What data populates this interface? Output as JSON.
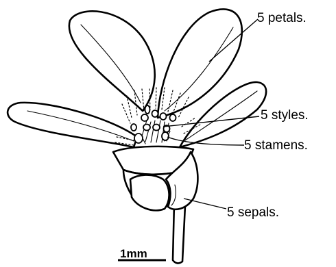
{
  "diagram": {
    "labels": {
      "petals": "5 petals.",
      "styles": "5 styles.",
      "stamens": "5 stamens.",
      "sepals": "5 sepals."
    },
    "scale_bar": {
      "label": "1mm"
    }
  }
}
